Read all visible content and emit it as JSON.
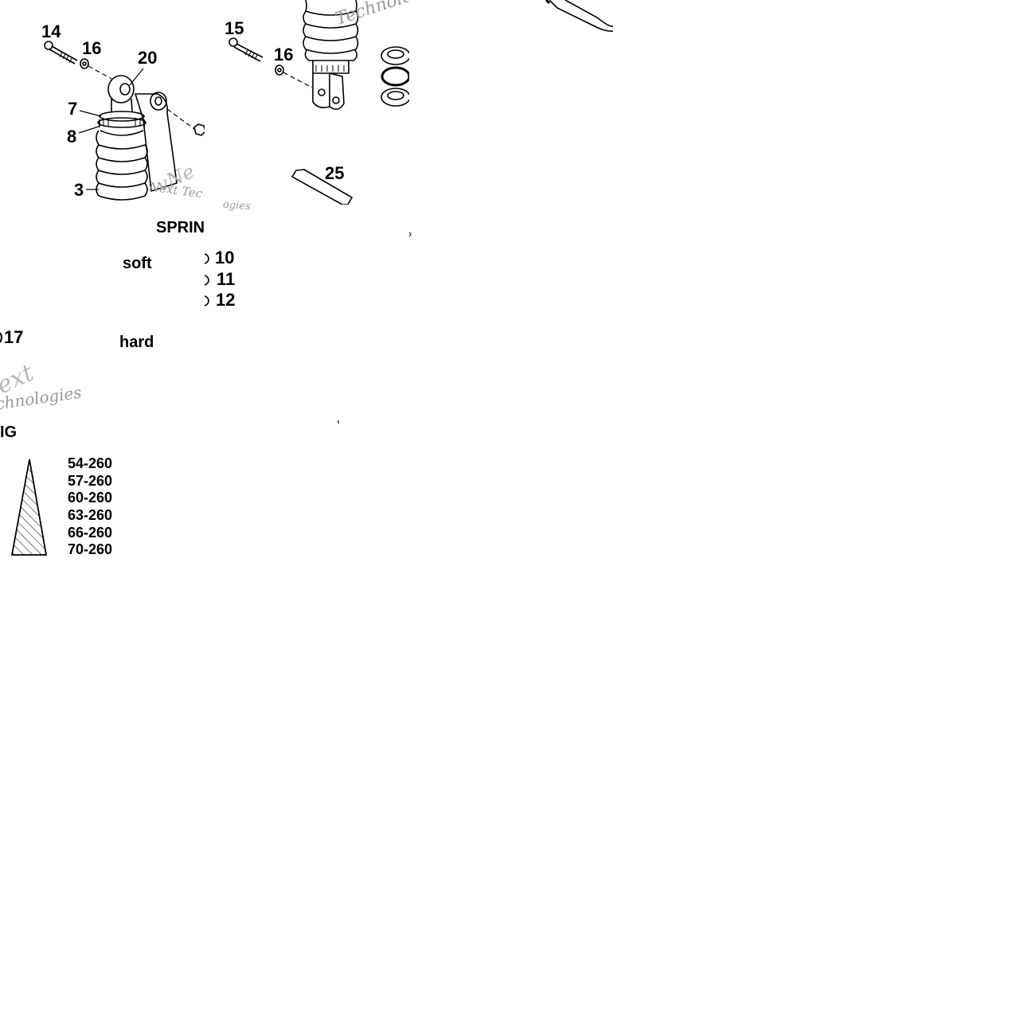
{
  "callouts": {
    "c14": "14",
    "c16a": "16",
    "c20": "20",
    "c7": "7",
    "c8": "8",
    "c3": "3",
    "c15": "15",
    "c16b": "16",
    "c25": "25",
    "c10": "10",
    "c11": "11",
    "c12": "12",
    "c17": "17"
  },
  "labels": {
    "spring_heading": "SPRIN",
    "spring_heading_tail": "IG",
    "soft": "soft",
    "hard": "hard"
  },
  "spring_rates": [
    "54-260",
    "57-260",
    "60-260",
    "63-260",
    "66-260",
    "70-260"
  ],
  "watermark": {
    "w1": "vNe",
    "w2": "Next Tec",
    "w3": "nologies",
    "w4": "Technolo",
    "w5": "ext",
    "w6": "chnologies",
    "w7": "ogies"
  },
  "colors": {
    "ink": "#000000",
    "watermark": "#9a9a9a",
    "background": "#ffffff"
  }
}
